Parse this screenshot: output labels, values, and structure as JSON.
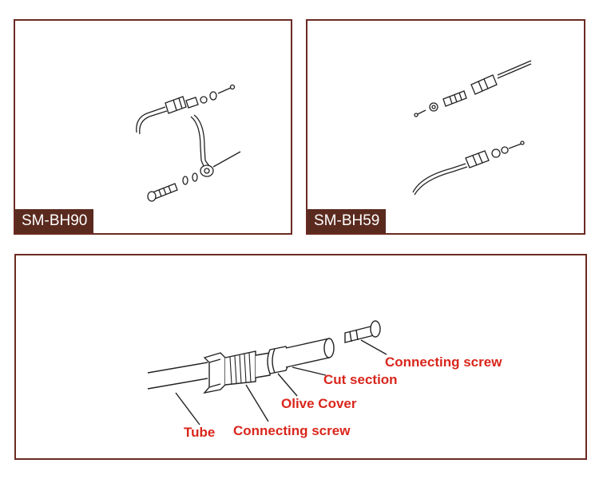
{
  "colors": {
    "frame": "#6b2a22",
    "tag_bg": "#5a2a1f",
    "label_red": "#d9261c",
    "line": "#222222"
  },
  "panels": {
    "bh90": {
      "tag": "SM-BH90"
    },
    "bh59": {
      "tag": "SM-BH59"
    }
  },
  "detail": {
    "labels": {
      "tube": "Tube",
      "connecting_screw_bottom": "Connecting screw",
      "olive_cover": "Olive Cover",
      "cut_section": "Cut section",
      "connecting_screw_top": "Connecting screw"
    }
  }
}
